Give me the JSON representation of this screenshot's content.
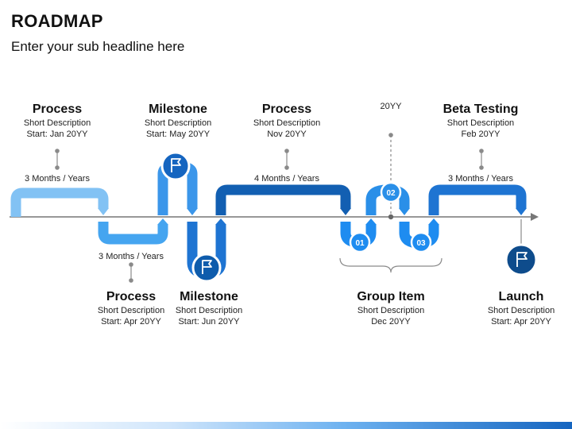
{
  "header": {
    "title": "ROADMAP",
    "subtitle": "Enter your sub headline here"
  },
  "milestones_top": [
    {
      "title": "Process",
      "line1": "Short Description",
      "line2": "Start: Jan 20YY",
      "duration": "3 Months / Years"
    },
    {
      "title": "Milestone",
      "line1": "Short Description",
      "line2": "Start: May 20YY"
    },
    {
      "title": "Process",
      "line1": "Short Description",
      "line2": "Nov 20YY",
      "duration": "4 Months / Years"
    },
    {
      "title": "Beta Testing",
      "line1": "Short Description",
      "line2": "Feb 20YY",
      "duration": "3 Months / Years"
    }
  ],
  "top_marker": "20YY",
  "milestones_bottom": [
    {
      "title": "Process",
      "line1": "Short Description",
      "line2": "Start: Apr 20YY",
      "duration": "3 Months / Years"
    },
    {
      "title": "Milestone",
      "line1": "Short Description",
      "line2": "Start: Jun 20YY"
    },
    {
      "title": "Group Item",
      "line1": "Short Description",
      "line2": "Dec 20YY"
    },
    {
      "title": "Launch",
      "line1": "Short Description",
      "line2": "Start: Apr 20YY"
    }
  ],
  "numbered_steps": [
    "01",
    "02",
    "03"
  ],
  "icons": [
    "flag-icon",
    "flag-icon",
    "flag-icon"
  ],
  "colors": {
    "light": "#82c2f4",
    "mid": "#3b96ea",
    "blue": "#1e74d2",
    "dark": "#125fb2",
    "navy": "#0e4c8c",
    "axis": "#777777"
  }
}
